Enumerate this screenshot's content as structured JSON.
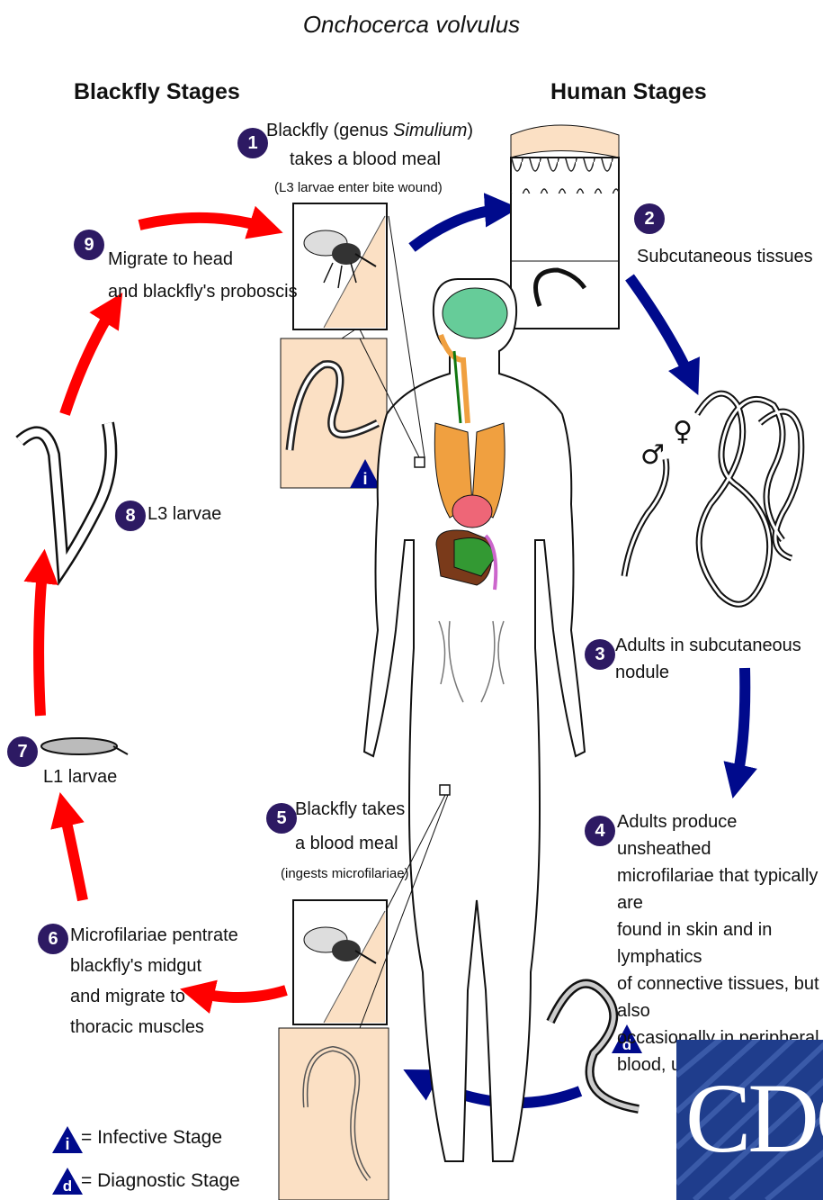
{
  "title": "Onchocerca volvulus",
  "headers": {
    "blackfly": "Blackfly Stages",
    "human": "Human Stages"
  },
  "stages": [
    {
      "n": "1",
      "line1_pre": "Blackfly (genus ",
      "line1_italic": "Simulium",
      "line1_post": ")",
      "line2": "takes a blood meal",
      "note": "(L3 larvae enter bite wound)"
    },
    {
      "n": "2",
      "text": "Subcutaneous tissues"
    },
    {
      "n": "3",
      "text": "Adults in subcutaneous nodule"
    },
    {
      "n": "4",
      "lines": [
        "Adults produce unsheathed",
        "microfilariae that typically are",
        "found in skin and in lymphatics",
        "of connective tissues,  but also",
        "occasionally in peripheral",
        "blood, urine, and sputum."
      ]
    },
    {
      "n": "5",
      "lines": [
        "Blackfly takes",
        "a blood meal"
      ],
      "note": "(ingests microfilariae)"
    },
    {
      "n": "6",
      "lines": [
        "Microfilariae pentrate",
        "blackfly's midgut",
        "and migrate to",
        "thoracic muscles"
      ]
    },
    {
      "n": "7",
      "text": "L1 larvae"
    },
    {
      "n": "8",
      "text": "L3 larvae"
    },
    {
      "n": "9",
      "lines": [
        "Migrate to head",
        "and blackfly's proboscis"
      ]
    }
  ],
  "legend": {
    "infective_symbol": "i",
    "infective_text": "= Infective Stage",
    "diagnostic_symbol": "d",
    "diagnostic_text": "= Diagnostic Stage"
  },
  "sex_symbols": {
    "male": "♂",
    "female": "♀"
  },
  "logo": "CDC",
  "colors": {
    "red_arrow": "#ff0000",
    "blue_arrow": "#000a8c",
    "badge": "#2d1a63",
    "skin_panel": "#fbe0c4",
    "lungs": "#f0a040",
    "brain": "#66cc99",
    "logo_bg": "#1f3d8c"
  }
}
